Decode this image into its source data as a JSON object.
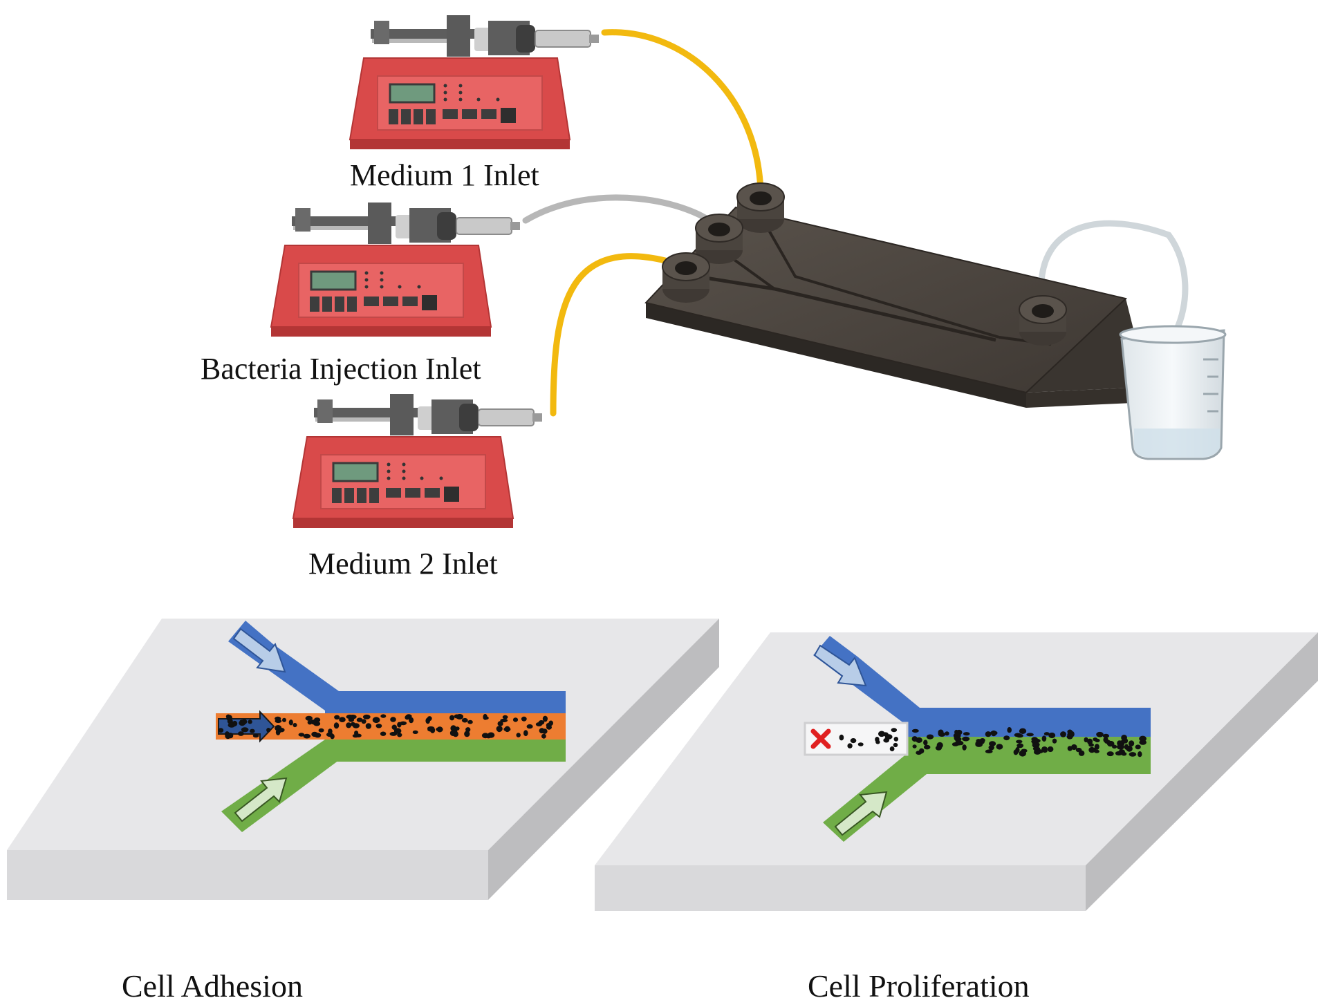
{
  "labels": {
    "medium1": "Medium 1 Inlet",
    "bacteria": "Bacteria  Injection  Inlet",
    "medium2": "Medium 2 Inlet",
    "adhesion": "Cell Adhesion",
    "proliferation": "Cell Proliferation"
  },
  "colors": {
    "pump_body": "#d94a4a",
    "pump_face": "#e86464",
    "pump_dark": "#b33535",
    "display": "#6f9a7e",
    "tube_yellow": "#f2b90f",
    "tube_gray": "#b7b7b7",
    "chip": "#4a443e",
    "medium1_channel": "#4472c4",
    "bacteria_channel": "#ed7d31",
    "medium2_channel": "#70ad47",
    "blocked_marker": "#e02020",
    "slab_top": "#e7e7e9",
    "slab_side": "#bdbdbf"
  },
  "icons": [
    "syringe-pump-icon",
    "microfluidic-chip-icon",
    "beaker-icon",
    "flow-arrow-icon",
    "blocked-cross-icon"
  ]
}
